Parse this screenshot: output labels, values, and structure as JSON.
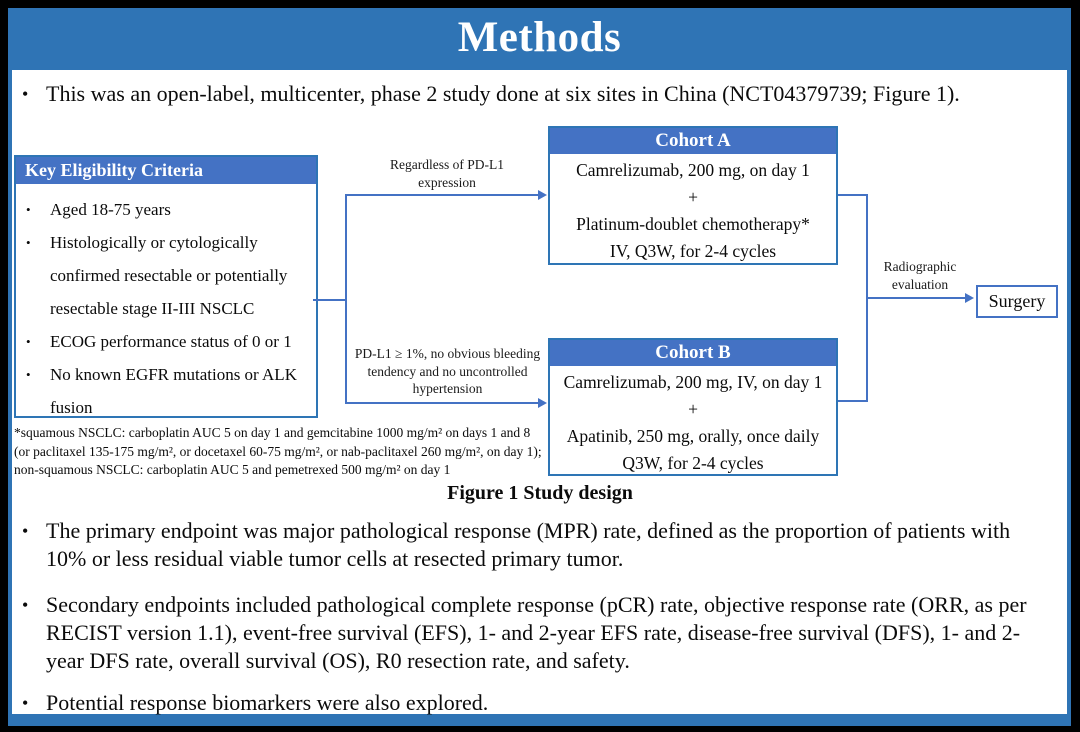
{
  "title": "Methods",
  "colors": {
    "title_bar_blue": "#2F74B5",
    "box_header_blue": "#4472C4",
    "box_border_blue": "#2E75B5",
    "connector_blue": "#4472C4",
    "background_frame": "#000000",
    "slide_background": "#ffffff"
  },
  "bullets": {
    "intro": "This was an open-label, multicenter, phase 2 study done at six sites in China (NCT04379739; Figure 1).",
    "primary": "The primary endpoint was major pathological response (MPR) rate, defined as the proportion of patients with 10% or less residual viable tumor cells at resected primary tumor.",
    "secondary": "Secondary endpoints included pathological complete response (pCR) rate, objective response rate (ORR, as per RECIST version 1.1), event-free survival (EFS), 1- and 2-year EFS rate, disease-free survival (DFS), 1- and 2-year DFS rate, overall survival (OS), R0 resection rate, and safety.",
    "biomarkers": "Potential response biomarkers were also explored."
  },
  "figure": {
    "eligibility": {
      "header": "Key Eligibility Criteria",
      "items": [
        "Aged 18-75 years",
        "Histologically or cytologically confirmed resectable or potentially resectable stage II-III NSCLC",
        "ECOG performance status of 0 or 1",
        "No known EGFR mutations or ALK fusion"
      ]
    },
    "branch_labels": {
      "cohort_a": "Regardless of PD-L1 expression",
      "cohort_b": "PD-L1 ≥ 1%, no obvious bleeding tendency and no uncontrolled hypertension"
    },
    "cohort_a": {
      "header": "Cohort A",
      "lines": [
        "Camrelizumab, 200 mg, on day 1",
        "+",
        "Platinum-doublet chemotherapy*",
        "IV, Q3W, for 2-4 cycles"
      ]
    },
    "cohort_b": {
      "header": "Cohort B",
      "lines": [
        "Camrelizumab, 200 mg, IV, on day 1",
        "+",
        "Apatinib, 250 mg, orally, once daily",
        "Q3W, for 2-4 cycles"
      ]
    },
    "evaluation_label": "Radiographic evaluation",
    "surgery_label": "Surgery",
    "footnote": "*squamous NSCLC: carboplatin AUC 5 on day 1 and gemcitabine 1000 mg/m² on days 1 and 8 (or paclitaxel 135-175 mg/m², or docetaxel 60-75 mg/m², or nab-paclitaxel 260 mg/m², on day 1); non-squamous NSCLC: carboplatin AUC 5 and pemetrexed 500 mg/m² on day 1",
    "caption": "Figure 1 Study design"
  }
}
